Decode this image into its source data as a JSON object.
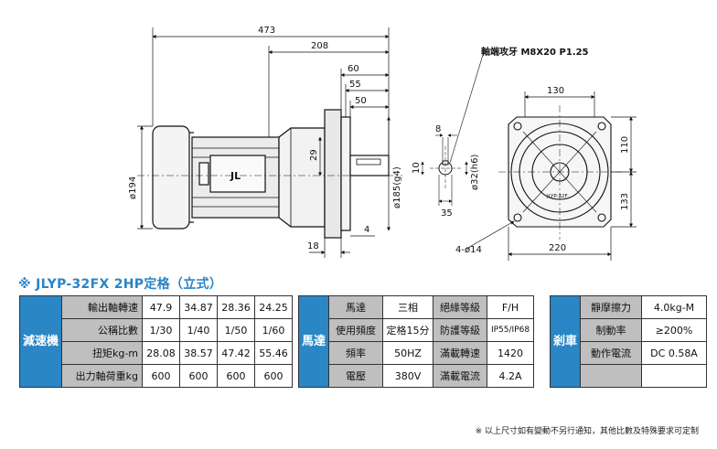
{
  "drawing": {
    "dims": {
      "d473": "473",
      "d208": "208",
      "d60": "60",
      "d55": "55",
      "d50": "50",
      "d29": "29",
      "d194": "ø194",
      "d185": "ø185(g4)",
      "d18": "18",
      "d4": "4",
      "d8": "8",
      "d10": "10",
      "d32": "ø32(h6)",
      "d35": "35",
      "d130": "130",
      "d110": "110",
      "d133": "133",
      "d220": "220",
      "d14": "4-ø14"
    },
    "shaft_note": "軸端攻牙 M8X20 P1.25",
    "brand_mark": "JLYP-32F"
  },
  "title": "※ JLYP-32FX  2HP定格（立式）",
  "reducer": {
    "side_label": "減速機",
    "rows": [
      {
        "label": "輸出軸轉速",
        "values": [
          "47.9",
          "34.87",
          "28.36",
          "24.25"
        ]
      },
      {
        "label": "公稱比數",
        "values": [
          "1/30",
          "1/40",
          "1/50",
          "1/60"
        ]
      },
      {
        "label": "扭矩kg-m",
        "values": [
          "28.08",
          "38.57",
          "47.42",
          "55.46"
        ]
      },
      {
        "label": "出力軸荷重kg",
        "values": [
          "600",
          "600",
          "600",
          "600"
        ]
      }
    ]
  },
  "motor": {
    "side_label": "馬達",
    "rows": [
      [
        "馬達",
        "三相",
        "絕緣等級",
        "F/H"
      ],
      [
        "使用頻度",
        "定格15分",
        "防護等級",
        "IP55/IP68"
      ],
      [
        "頻率",
        "50HZ",
        "滿載轉速",
        "1420"
      ],
      [
        "電壓",
        "380V",
        "滿載電流",
        "4.2A"
      ]
    ]
  },
  "brake": {
    "side_label": "剎車",
    "rows": [
      [
        "靜摩擦力",
        "4.0kg-M"
      ],
      [
        "制動率",
        "≥200%"
      ],
      [
        "動作電流",
        "DC 0.58A"
      ]
    ]
  },
  "footnote": "※ 以上尺寸如有變動不另行通知，其他比數及特殊要求可定制"
}
